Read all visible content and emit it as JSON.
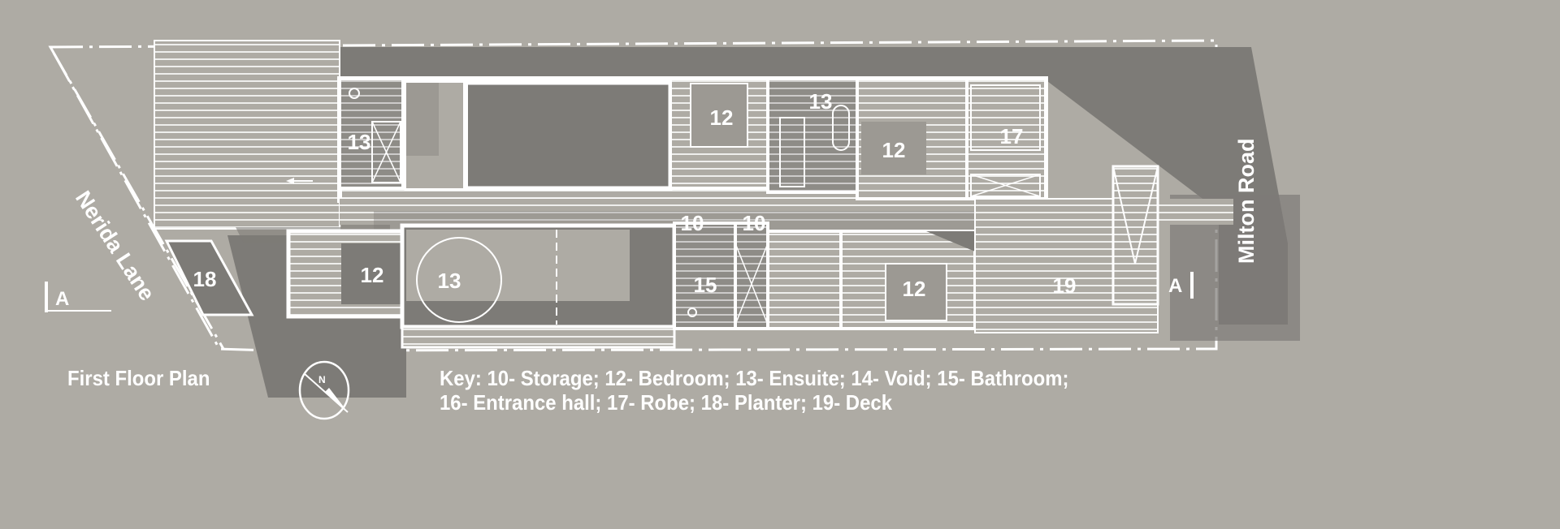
{
  "title": "First Floor Plan",
  "compass_label": "N",
  "key": {
    "line1": "Key: 10- Storage; 12- Bedroom; 13- Ensuite; 14- Void; 15- Bathroom;",
    "line2": "16- Entrance hall; 17- Robe; 18- Planter; 19- Deck"
  },
  "streets": {
    "left": "Nerida Lane",
    "right": "Milton Road"
  },
  "section_marker": "A",
  "rooms": {
    "ensuite_top_left": "13",
    "bedroom_top_1": "12",
    "ensuite_top_mid": "13",
    "bedroom_top_2": "12",
    "robe": "17",
    "storage_1": "10",
    "storage_2": "10",
    "bathroom": "15",
    "bedroom_bottom_left": "12",
    "ensuite_bottom": "13",
    "bedroom_bottom_right": "12",
    "planter": "18",
    "deck": "19"
  },
  "colors": {
    "background": "#aeaba4",
    "shade": "#7d7b77",
    "line": "#ffffff"
  }
}
